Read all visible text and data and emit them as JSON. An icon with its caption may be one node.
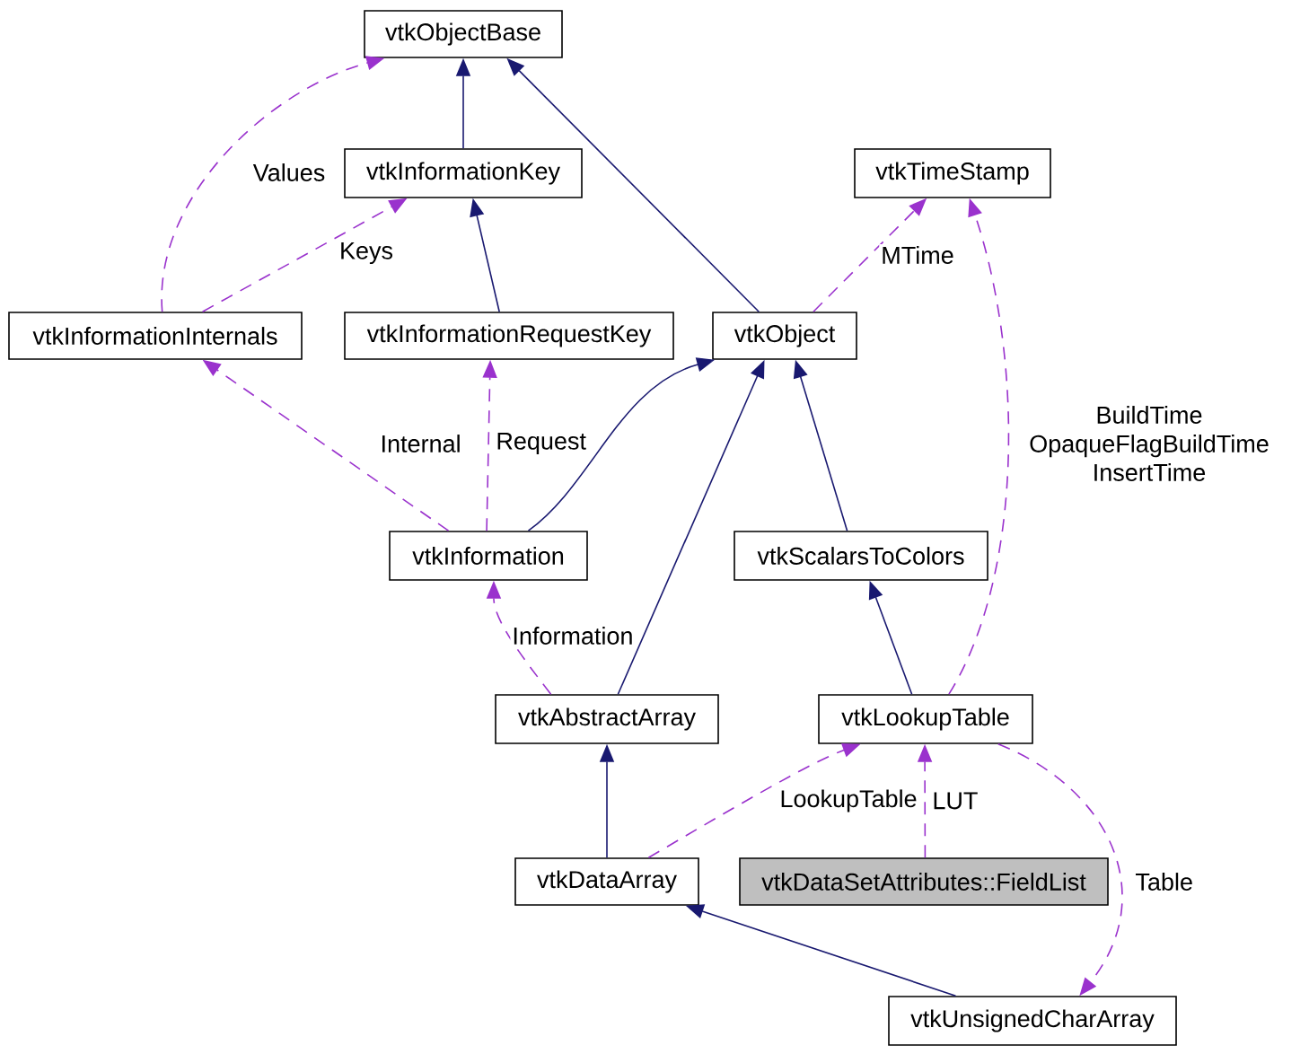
{
  "diagram": {
    "nodes": [
      {
        "text": [
          "vtkObjectBase"
        ]
      },
      {
        "text": [
          "vtkInformationKey"
        ]
      },
      {
        "text": [
          "vtkTimeStamp"
        ]
      },
      {
        "text": [
          "vtkInformationInternals"
        ]
      },
      {
        "text": [
          "vtkInformationRequestKey"
        ]
      },
      {
        "text": [
          "vtkObject"
        ]
      },
      {
        "text": [
          "vtkInformation"
        ]
      },
      {
        "text": [
          "vtkScalarsToColors"
        ]
      },
      {
        "text": [
          "vtkAbstractArray"
        ]
      },
      {
        "text": [
          "vtkLookupTable"
        ]
      },
      {
        "text": [
          "vtkDataArray"
        ]
      },
      {
        "text": [
          "vtkDataSetAttributes::FieldList"
        ]
      },
      {
        "text": [
          "vtkUnsignedCharArray"
        ]
      }
    ],
    "edges": [
      {
        "from": 1,
        "to": 0,
        "arrow": "to",
        "color": "#191970"
      },
      {
        "from": 5,
        "to": 0,
        "arrow": "to",
        "color": "#191970"
      },
      {
        "from": 4,
        "to": 1,
        "arrow": "to",
        "color": "#191970"
      },
      {
        "from": 3,
        "to": 0,
        "arrow": "to",
        "label": "Values",
        "style": "dashed"
      },
      {
        "from": 3,
        "to": 1,
        "arrow": "to",
        "label": "Keys",
        "style": "dashed"
      },
      {
        "from": 5,
        "to": 2,
        "arrow": "to",
        "label": "MTime",
        "style": "dashed"
      },
      {
        "from": 6,
        "to": 5,
        "arrow": "to",
        "color": "#191970"
      },
      {
        "from": 6,
        "to": 3,
        "arrow": "to",
        "label": "Internal",
        "style": "dashed"
      },
      {
        "from": 6,
        "to": 4,
        "arrow": "to",
        "label": "Request",
        "style": "dashed"
      },
      {
        "from": 8,
        "to": 5,
        "arrow": "to",
        "color": "#191970"
      },
      {
        "from": 7,
        "to": 5,
        "arrow": "to",
        "color": "#191970"
      },
      {
        "from": 9,
        "to": 2,
        "arrow": "to",
        "label": "BuildTime OpaqueFlagBuildTime InsertTime",
        "style": "dashed"
      },
      {
        "from": 8,
        "to": 6,
        "arrow": "to",
        "label": "Information",
        "style": "dashed"
      },
      {
        "from": 9,
        "to": 7,
        "arrow": "to",
        "color": "#191970"
      },
      {
        "from": 10,
        "to": 8,
        "arrow": "to",
        "color": "#191970"
      },
      {
        "from": 10,
        "to": 9,
        "arrow": "to",
        "label": "LookupTable",
        "style": "dashed"
      },
      {
        "from": 11,
        "to": 9,
        "arrow": "to",
        "label": "LUT",
        "style": "dashed"
      },
      {
        "from": 12,
        "to": 10,
        "arrow": "to",
        "color": "#191970"
      },
      {
        "from": 9,
        "to": 12,
        "arrow": "to",
        "label": "Table",
        "style": "dashed"
      }
    ]
  }
}
